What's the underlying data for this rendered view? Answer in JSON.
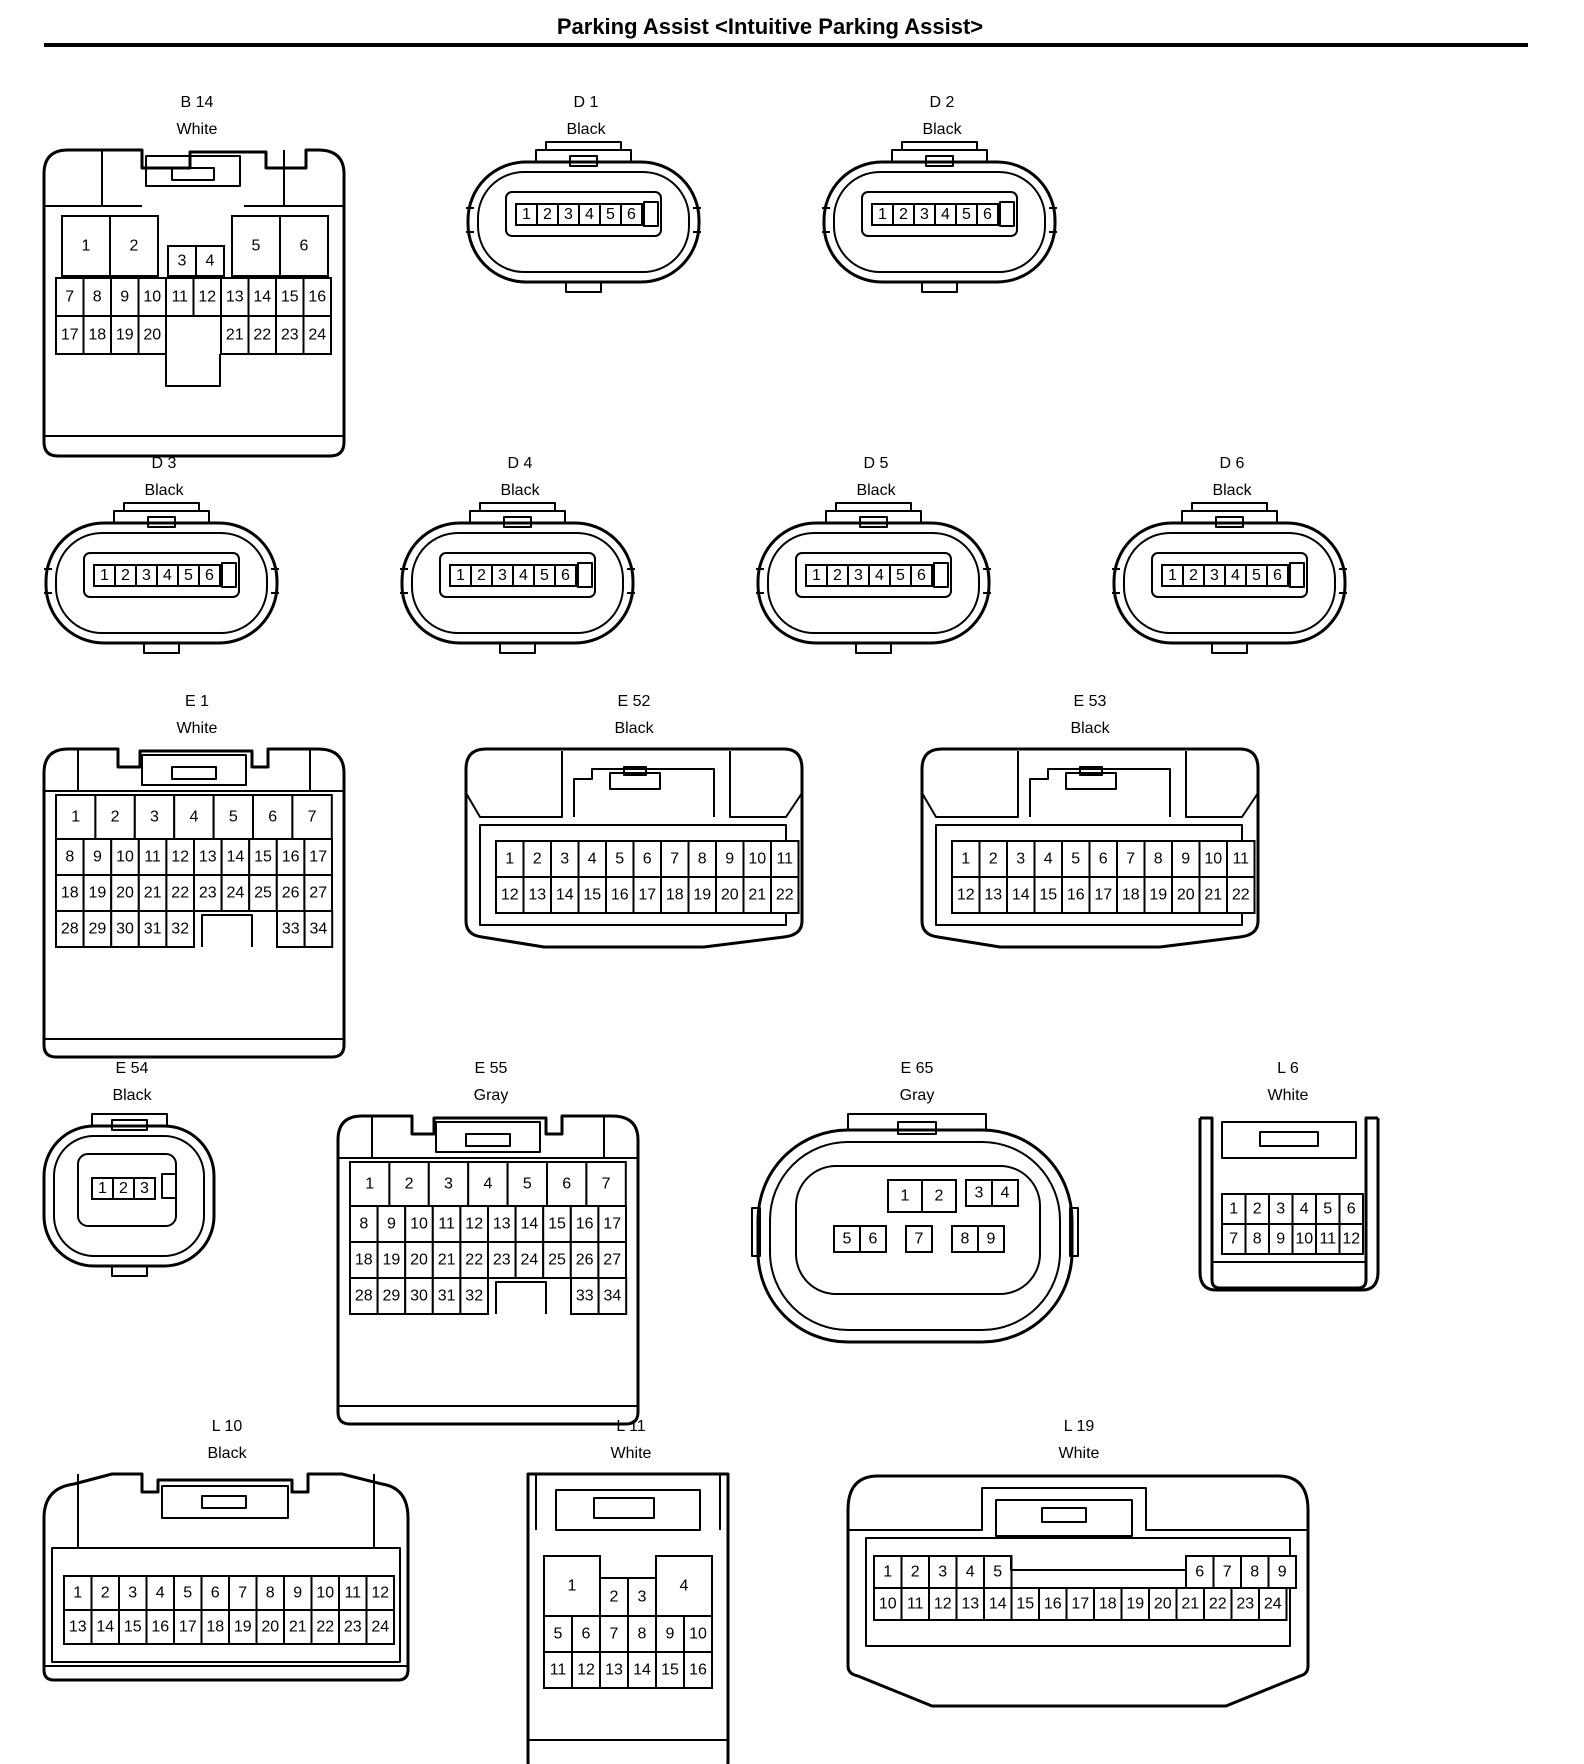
{
  "page_title": "Parking Assist <Intuitive Parking Assist>",
  "connectors": [
    {
      "id": "B14",
      "code": "B 14",
      "color": "White",
      "pins": [
        "1",
        "2",
        "3",
        "4",
        "5",
        "6",
        "7",
        "8",
        "9",
        "10",
        "11",
        "12",
        "13",
        "14",
        "15",
        "16",
        "17",
        "18",
        "19",
        "20",
        "21",
        "22",
        "23",
        "24"
      ]
    },
    {
      "id": "D1",
      "code": "D 1",
      "color": "Black",
      "pins": [
        "1",
        "2",
        "3",
        "4",
        "5",
        "6"
      ]
    },
    {
      "id": "D2",
      "code": "D 2",
      "color": "Black",
      "pins": [
        "1",
        "2",
        "3",
        "4",
        "5",
        "6"
      ]
    },
    {
      "id": "D3",
      "code": "D 3",
      "color": "Black",
      "pins": [
        "1",
        "2",
        "3",
        "4",
        "5",
        "6"
      ]
    },
    {
      "id": "D4",
      "code": "D 4",
      "color": "Black",
      "pins": [
        "1",
        "2",
        "3",
        "4",
        "5",
        "6"
      ]
    },
    {
      "id": "D5",
      "code": "D 5",
      "color": "Black",
      "pins": [
        "1",
        "2",
        "3",
        "4",
        "5",
        "6"
      ]
    },
    {
      "id": "D6",
      "code": "D 6",
      "color": "Black",
      "pins": [
        "1",
        "2",
        "3",
        "4",
        "5",
        "6"
      ]
    },
    {
      "id": "E1",
      "code": "E 1",
      "color": "White",
      "pins": [
        "1",
        "2",
        "3",
        "4",
        "5",
        "6",
        "7",
        "8",
        "9",
        "10",
        "11",
        "12",
        "13",
        "14",
        "15",
        "16",
        "17",
        "18",
        "19",
        "20",
        "21",
        "22",
        "23",
        "24",
        "25",
        "26",
        "27",
        "28",
        "29",
        "30",
        "31",
        "32",
        "33",
        "34"
      ]
    },
    {
      "id": "E52",
      "code": "E 52",
      "color": "Black",
      "pins": [
        "1",
        "2",
        "3",
        "4",
        "5",
        "6",
        "7",
        "8",
        "9",
        "10",
        "11",
        "12",
        "13",
        "14",
        "15",
        "16",
        "17",
        "18",
        "19",
        "20",
        "21",
        "22"
      ]
    },
    {
      "id": "E53",
      "code": "E 53",
      "color": "Black",
      "pins": [
        "1",
        "2",
        "3",
        "4",
        "5",
        "6",
        "7",
        "8",
        "9",
        "10",
        "11",
        "12",
        "13",
        "14",
        "15",
        "16",
        "17",
        "18",
        "19",
        "20",
        "21",
        "22"
      ]
    },
    {
      "id": "E54",
      "code": "E 54",
      "color": "Black",
      "pins": [
        "1",
        "2",
        "3"
      ]
    },
    {
      "id": "E55",
      "code": "E 55",
      "color": "Gray",
      "pins": [
        "1",
        "2",
        "3",
        "4",
        "5",
        "6",
        "7",
        "8",
        "9",
        "10",
        "11",
        "12",
        "13",
        "14",
        "15",
        "16",
        "17",
        "18",
        "19",
        "20",
        "21",
        "22",
        "23",
        "24",
        "25",
        "26",
        "27",
        "28",
        "29",
        "30",
        "31",
        "32",
        "33",
        "34"
      ]
    },
    {
      "id": "E65",
      "code": "E 65",
      "color": "Gray",
      "pins": [
        "1",
        "2",
        "3",
        "4",
        "5",
        "6",
        "7",
        "8",
        "9"
      ]
    },
    {
      "id": "L6",
      "code": "L 6",
      "color": "White",
      "pins": [
        "1",
        "2",
        "3",
        "4",
        "5",
        "6",
        "7",
        "8",
        "9",
        "10",
        "11",
        "12"
      ]
    },
    {
      "id": "L10",
      "code": "L 10",
      "color": "Black",
      "pins": [
        "1",
        "2",
        "3",
        "4",
        "5",
        "6",
        "7",
        "8",
        "9",
        "10",
        "11",
        "12",
        "13",
        "14",
        "15",
        "16",
        "17",
        "18",
        "19",
        "20",
        "21",
        "22",
        "23",
        "24"
      ]
    },
    {
      "id": "L11",
      "code": "L 11",
      "color": "White",
      "pins": [
        "1",
        "2",
        "3",
        "4",
        "5",
        "6",
        "7",
        "8",
        "9",
        "10",
        "11",
        "12",
        "13",
        "14",
        "15",
        "16"
      ]
    },
    {
      "id": "L19",
      "code": "L 19",
      "color": "White",
      "pins": [
        "1",
        "2",
        "3",
        "4",
        "5",
        "6",
        "7",
        "8",
        "9",
        "10",
        "11",
        "12",
        "13",
        "14",
        "15",
        "16",
        "17",
        "18",
        "19",
        "20",
        "21",
        "22",
        "23",
        "24"
      ]
    }
  ]
}
